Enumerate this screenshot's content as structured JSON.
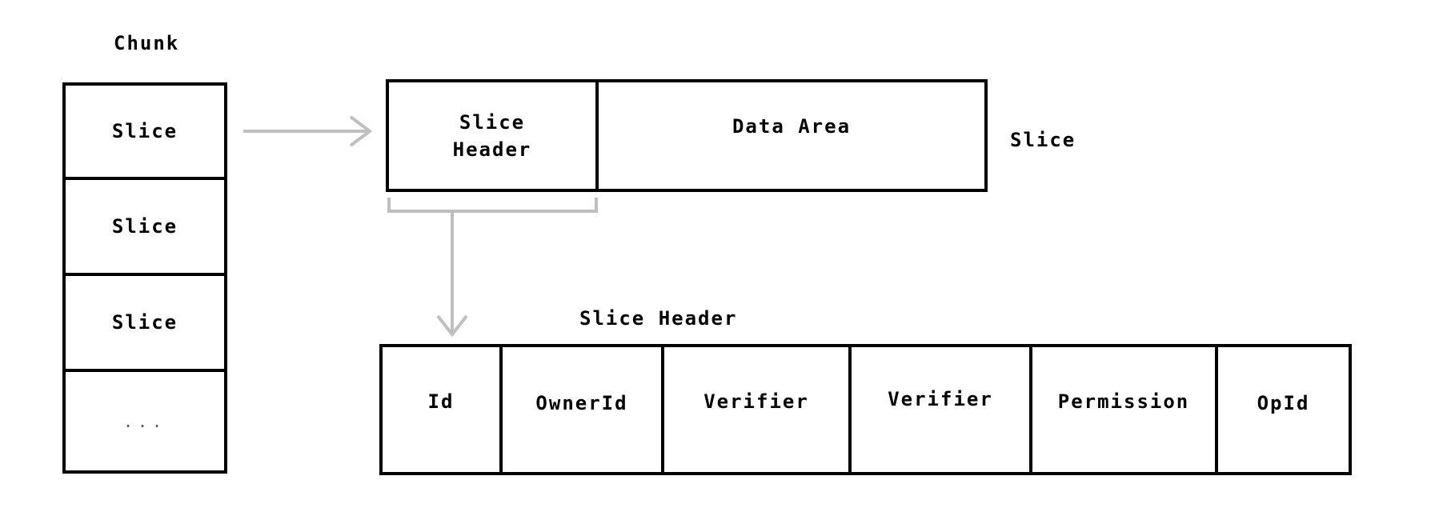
{
  "chunk": {
    "title": "Chunk",
    "slices": [
      "Slice",
      "Slice",
      "Slice",
      "..."
    ]
  },
  "slice": {
    "label": "Slice",
    "header_line1": "Slice",
    "header_line2": "Header",
    "data_area": "Data Area"
  },
  "slice_header": {
    "title": "Slice Header",
    "fields": [
      "Id",
      "OwnerId",
      "Verifier",
      "Verifier",
      "Permission",
      "OpId"
    ]
  },
  "colors": {
    "stroke": "#000000",
    "arrow": "#bfbfbf"
  }
}
